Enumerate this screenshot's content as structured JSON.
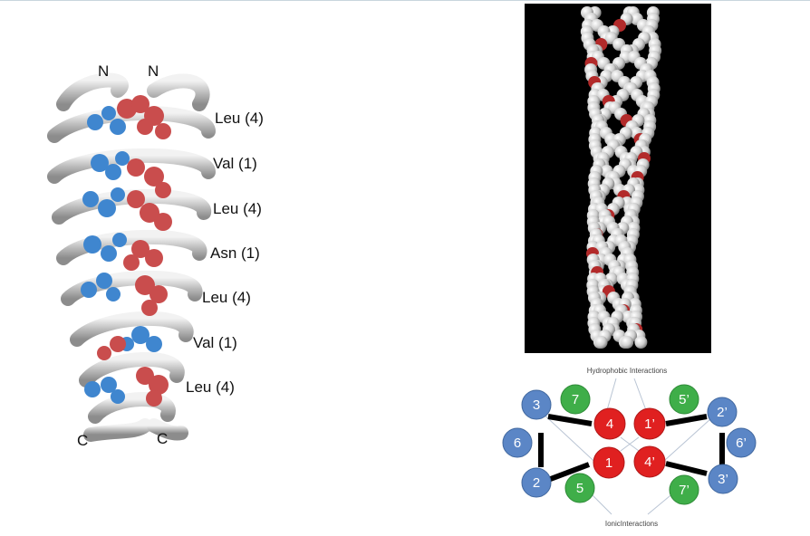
{
  "coiled_coil": {
    "terminals": {
      "n1": "N",
      "n2": "N",
      "c1": "C",
      "c2": "C"
    },
    "residues": [
      "Leu (4)",
      "Val (1)",
      "Leu (4)",
      "Asn (1)",
      "Leu (4)",
      "Val (1)",
      "Leu (4)"
    ],
    "colors": {
      "helix": "#d0d0d0",
      "chain_a": "#3f86cf",
      "chain_b": "#c94d4d"
    }
  },
  "helical_wheel": {
    "top_label": "Hydrophobic Interactions",
    "bottom_label": "IonicInteractions",
    "positions": {
      "p1": "1",
      "p2": "2",
      "p3": "3",
      "p4": "4",
      "p5": "5",
      "p6": "6",
      "p7": "7",
      "q1": "1’",
      "q2": "2’",
      "q3": "3’",
      "q4": "4’",
      "q5": "5’",
      "q6": "6’",
      "q7": "7’"
    },
    "colors": {
      "hydrophobic": "#e02020",
      "ionic": "#3fae49",
      "other": "#5b86c6"
    }
  }
}
